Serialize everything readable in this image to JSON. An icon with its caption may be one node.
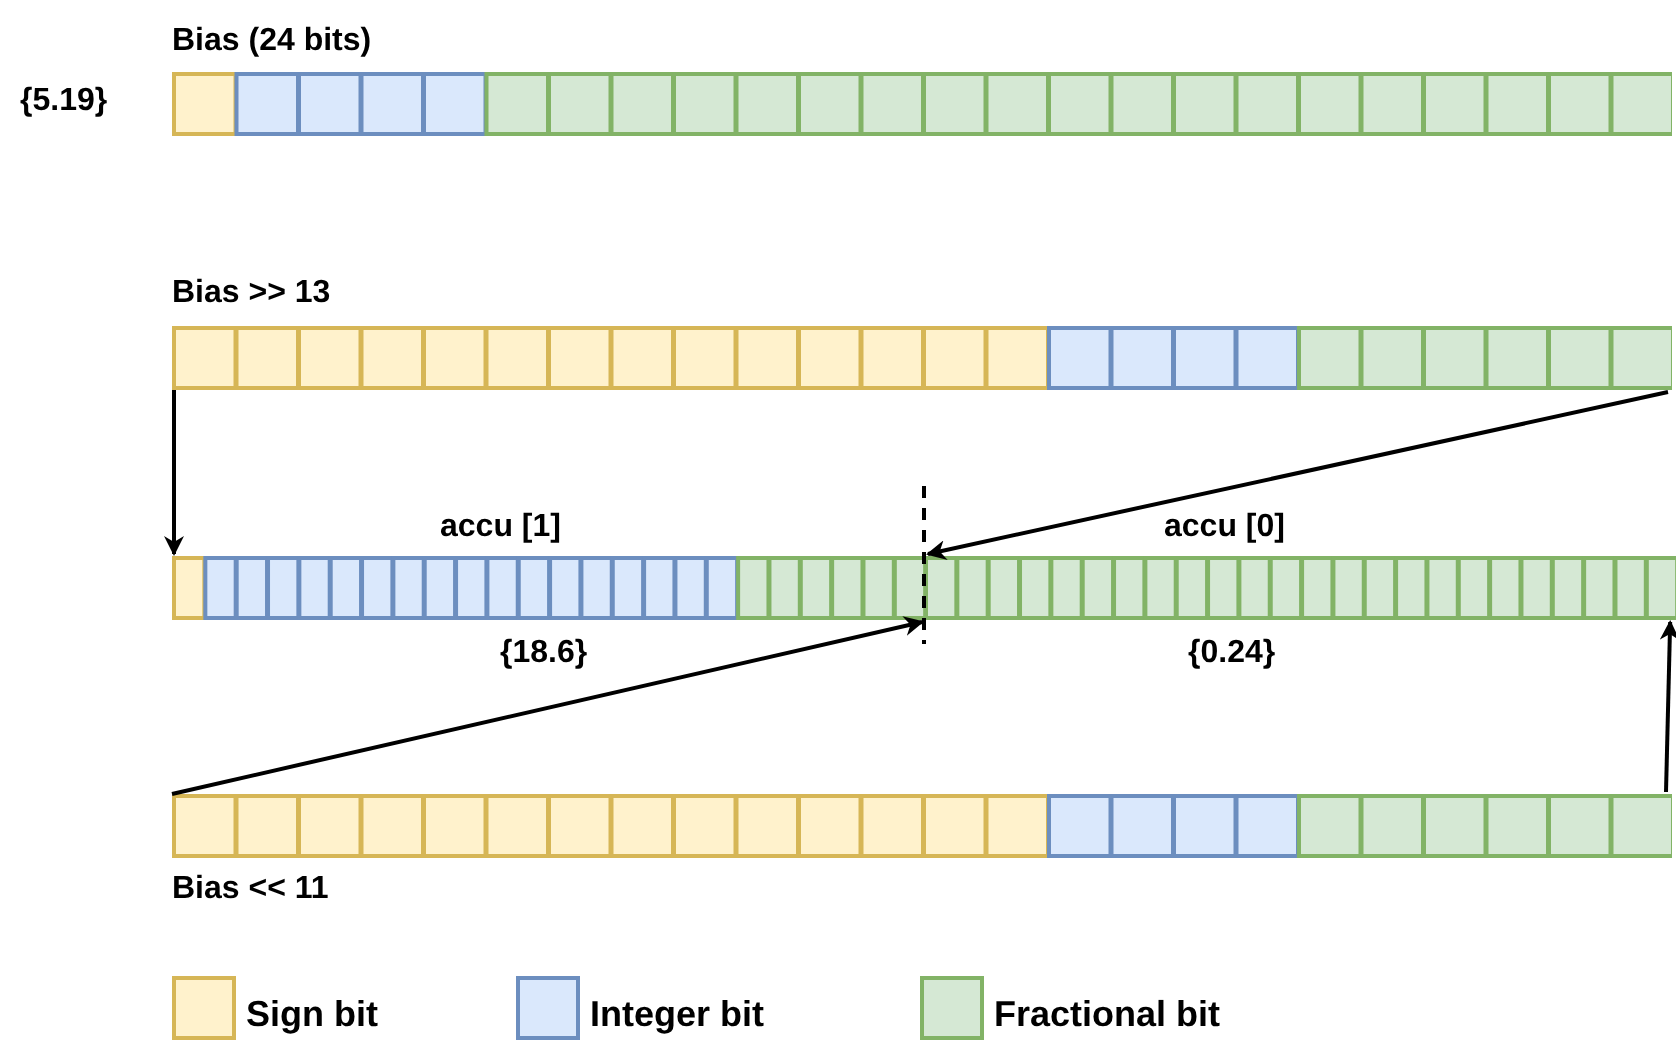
{
  "diagram": {
    "nodes": [
      {
        "text": [
          "Bias (24 bits)"
        ],
        "beside": [
          "{5.19}"
        ]
      },
      {
        "text": [
          "Bias >> 13"
        ]
      },
      {
        "text": [
          "accu [1]"
        ],
        "beside": [
          "{18.6}"
        ]
      },
      {
        "text": [
          "accu [0]"
        ],
        "beside": [
          "{0.24}"
        ]
      },
      {
        "text": [
          "Bias << 11"
        ]
      }
    ],
    "edges": [
      {
        "from": 1,
        "to": 2,
        "arrow": "to"
      },
      {
        "from": 1,
        "to": 3,
        "arrow": "to"
      },
      {
        "from": 4,
        "to": 2,
        "arrow": "to"
      },
      {
        "from": 4,
        "to": 3,
        "arrow": "to"
      }
    ],
    "legend": [
      {
        "text": "Sign bit",
        "color": "#fff2cc"
      },
      {
        "text": "Integer bit",
        "color": "#dae8fc"
      },
      {
        "text": "Fractional bit",
        "color": "#d5e8d4"
      }
    ]
  }
}
